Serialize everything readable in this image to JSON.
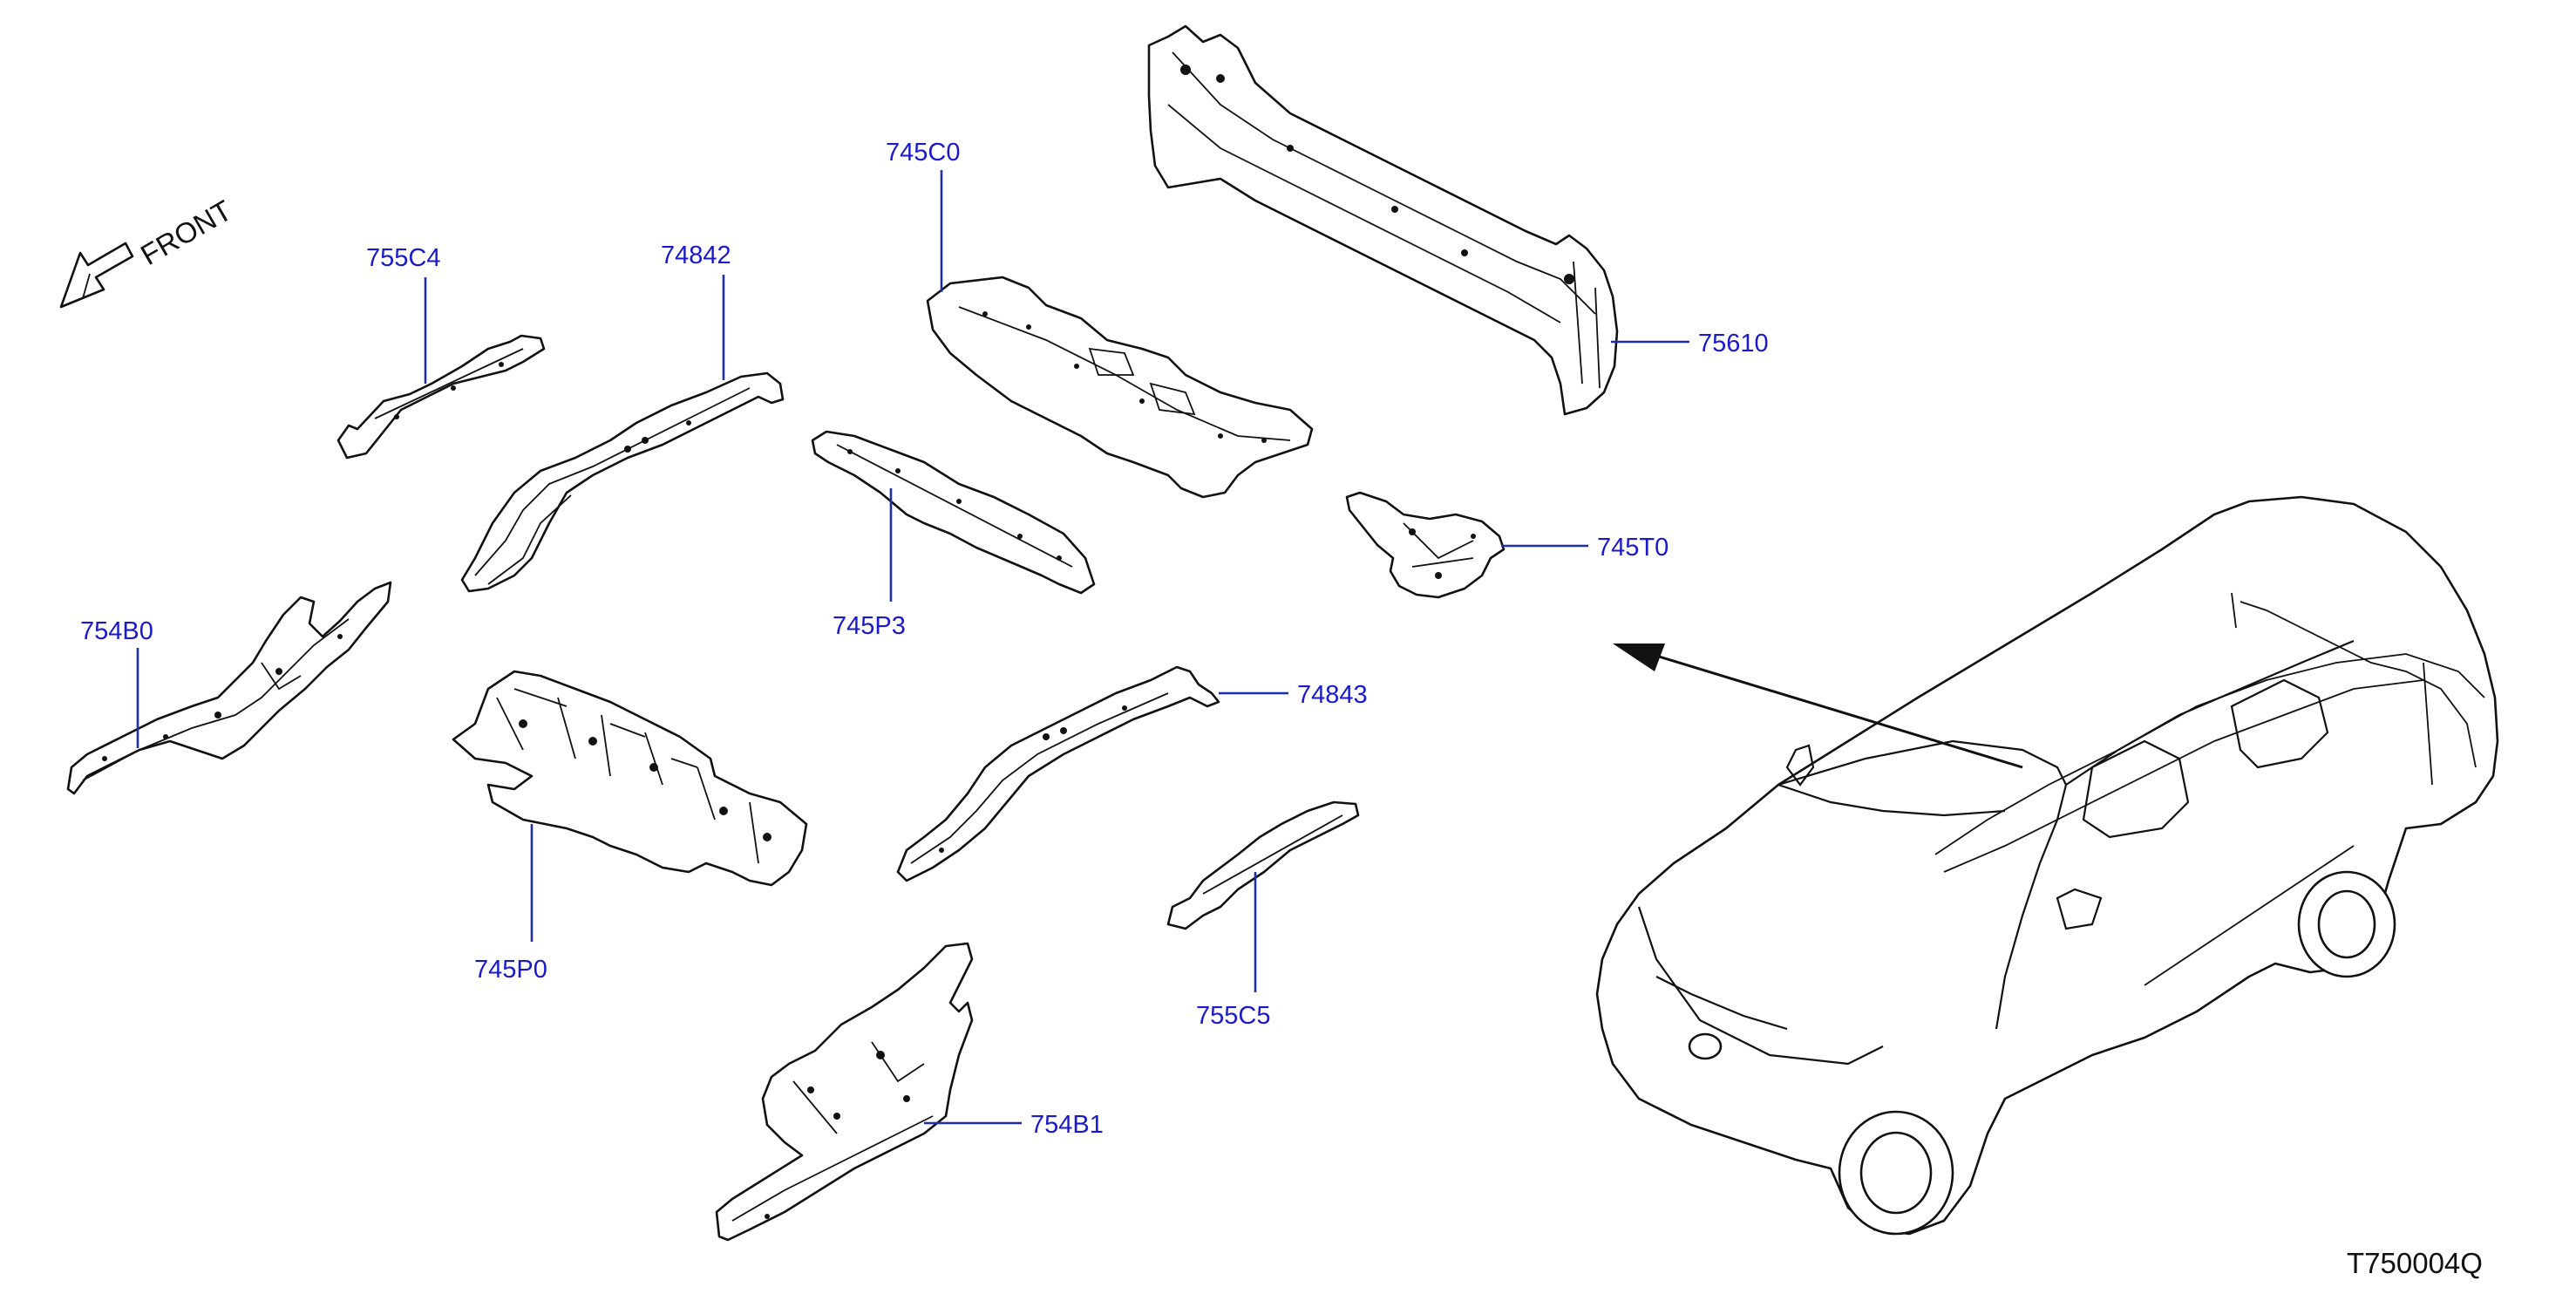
{
  "front_label": "FRONT",
  "diagram_code": "T750004Q",
  "colors": {
    "callout_text": "#1a1acc",
    "leader": "#1f2fa8",
    "line_art": "#111111"
  },
  "parts": [
    {
      "id": "755C4",
      "label": "755C4"
    },
    {
      "id": "74842",
      "label": "74842"
    },
    {
      "id": "745C0",
      "label": "745C0"
    },
    {
      "id": "75610",
      "label": "75610"
    },
    {
      "id": "745T0",
      "label": "745T0"
    },
    {
      "id": "745P3",
      "label": "745P3"
    },
    {
      "id": "754B0",
      "label": "754B0"
    },
    {
      "id": "74843",
      "label": "74843"
    },
    {
      "id": "745P0",
      "label": "745P0"
    },
    {
      "id": "755C5",
      "label": "755C5"
    },
    {
      "id": "754B1",
      "label": "754B1"
    }
  ]
}
